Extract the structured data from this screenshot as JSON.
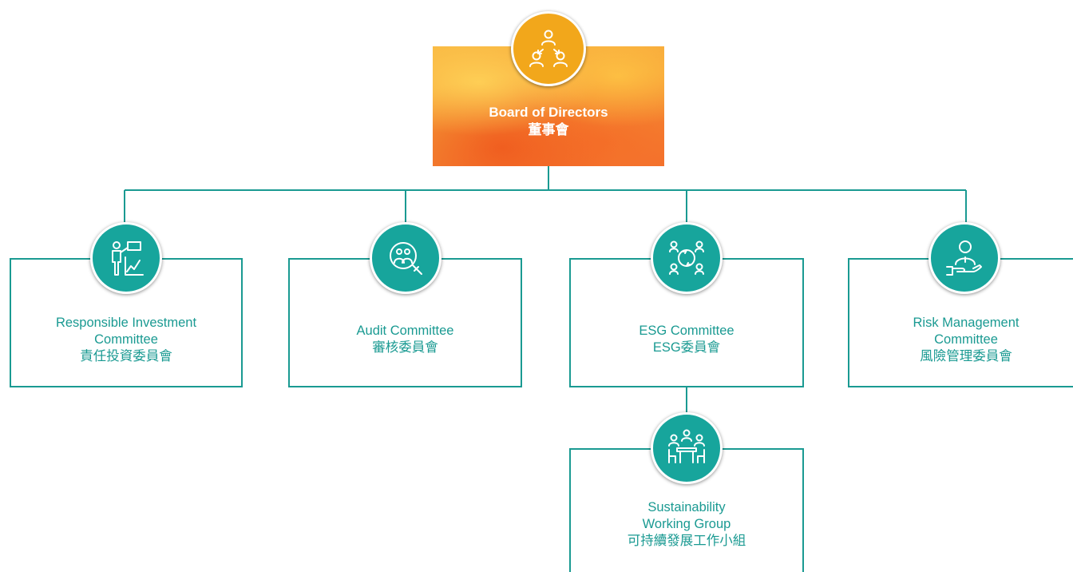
{
  "board": {
    "name_en": "Board of Directors",
    "name_zh": "董事會",
    "icon": "people-network-icon"
  },
  "committees": [
    {
      "line1": "Responsible Investment",
      "line2": "Committee",
      "line3": "責任投資委員會",
      "icon": "presenter-chart-icon"
    },
    {
      "line1": "Audit Committee",
      "line2": "審核委員會",
      "icon": "audit-magnifier-icon"
    },
    {
      "line1": "ESG Committee",
      "line2": "ESG委員會",
      "icon": "team-cycle-icon"
    },
    {
      "line1": "Risk Management",
      "line2": "Committee",
      "line3": "風險管理委員會",
      "icon": "person-hand-icon"
    }
  ],
  "working_group": {
    "line1": "Sustainability",
    "line2": "Working Group",
    "line3": "可持續發展工作小組",
    "icon": "meeting-table-icon"
  },
  "colors": {
    "teal": "#1a9a92",
    "teal_fill": "#17a59c",
    "orange_icon": "#f2a71b",
    "orange_light": "#f9b640",
    "orange_dark": "#f27330"
  }
}
